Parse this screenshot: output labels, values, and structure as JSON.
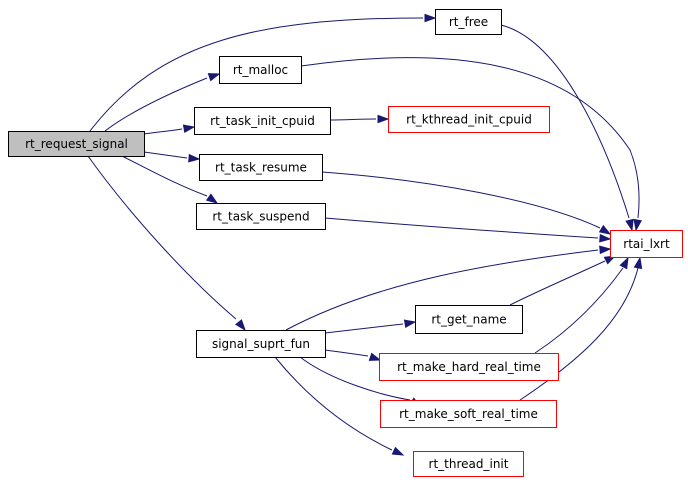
{
  "colors": {
    "edge": "#191970",
    "root_fill": "#bfbfbf",
    "node_fill": "#ffffff",
    "node_border_defined": "#000000",
    "node_border_undocumented": "#ff0000"
  },
  "nodes": {
    "rt_request_signal": {
      "label": "rt_request_signal",
      "kind": "root"
    },
    "rt_free": {
      "label": "rt_free",
      "kind": "documented"
    },
    "rt_malloc": {
      "label": "rt_malloc",
      "kind": "documented"
    },
    "rt_task_init_cpuid": {
      "label": "rt_task_init_cpuid",
      "kind": "documented"
    },
    "rt_kthread_init_cpuid": {
      "label": "rt_kthread_init_cpuid",
      "kind": "external"
    },
    "rt_task_resume": {
      "label": "rt_task_resume",
      "kind": "documented"
    },
    "rt_task_suspend": {
      "label": "rt_task_suspend",
      "kind": "documented"
    },
    "rtai_lxrt": {
      "label": "rtai_lxrt",
      "kind": "external"
    },
    "signal_suprt_fun": {
      "label": "signal_suprt_fun",
      "kind": "documented"
    },
    "rt_get_name": {
      "label": "rt_get_name",
      "kind": "documented"
    },
    "rt_make_hard_real_time": {
      "label": "rt_make_hard_real_time",
      "kind": "external"
    },
    "rt_make_soft_real_time": {
      "label": "rt_make_soft_real_time",
      "kind": "external"
    },
    "rt_thread_init": {
      "label": "rt_thread_init",
      "kind": "external"
    }
  },
  "edges": [
    {
      "from": "rt_request_signal",
      "to": "rt_free"
    },
    {
      "from": "rt_request_signal",
      "to": "rt_malloc"
    },
    {
      "from": "rt_request_signal",
      "to": "rt_task_init_cpuid"
    },
    {
      "from": "rt_request_signal",
      "to": "rt_task_resume"
    },
    {
      "from": "rt_request_signal",
      "to": "rt_task_suspend"
    },
    {
      "from": "rt_request_signal",
      "to": "signal_suprt_fun"
    },
    {
      "from": "rt_task_init_cpuid",
      "to": "rt_kthread_init_cpuid"
    },
    {
      "from": "rt_free",
      "to": "rtai_lxrt"
    },
    {
      "from": "rt_malloc",
      "to": "rtai_lxrt"
    },
    {
      "from": "rt_task_resume",
      "to": "rtai_lxrt"
    },
    {
      "from": "rt_task_suspend",
      "to": "rtai_lxrt"
    },
    {
      "from": "signal_suprt_fun",
      "to": "rtai_lxrt"
    },
    {
      "from": "signal_suprt_fun",
      "to": "rt_get_name"
    },
    {
      "from": "signal_suprt_fun",
      "to": "rt_make_hard_real_time"
    },
    {
      "from": "signal_suprt_fun",
      "to": "rt_make_soft_real_time"
    },
    {
      "from": "signal_suprt_fun",
      "to": "rt_thread_init"
    },
    {
      "from": "rt_get_name",
      "to": "rtai_lxrt"
    },
    {
      "from": "rt_make_hard_real_time",
      "to": "rtai_lxrt"
    },
    {
      "from": "rt_make_soft_real_time",
      "to": "rtai_lxrt"
    }
  ]
}
